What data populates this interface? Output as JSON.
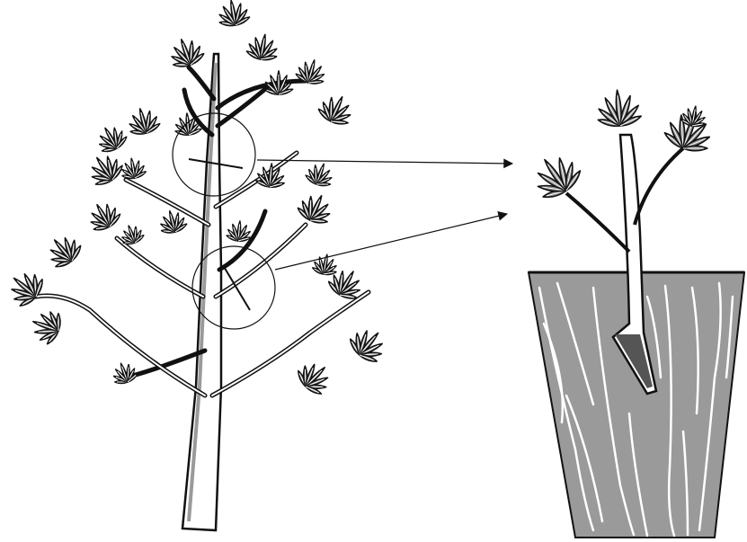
{
  "illustration": {
    "background_color": "#ffffff",
    "ink_color": "#111111",
    "shade_color": "#9a9a9a",
    "subjects": [
      "mother-plant",
      "cutting-site-upper",
      "cutting-site-lower",
      "callout-arrow-upper",
      "callout-arrow-lower",
      "rooted-cutting",
      "rooting-pot"
    ]
  }
}
